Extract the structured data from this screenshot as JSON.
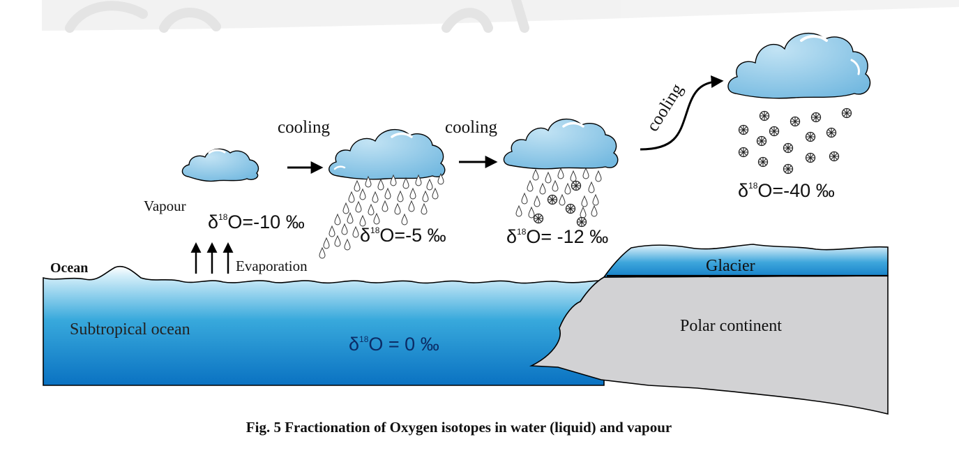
{
  "labels": {
    "cooling_1": "cooling",
    "cooling_2": "cooling",
    "cooling_3": "cooling",
    "vapour": "Vapour",
    "ocean": "Ocean",
    "evaporation": "Evaporation",
    "subtropical_ocean": "Subtropical ocean",
    "glacier": "Glacier",
    "polar_continent": "Polar continent"
  },
  "delta_values": {
    "vapour": "=-10 ‰",
    "cloud_2": "=-5 ‰",
    "cloud_3": "= -12 ‰",
    "cloud_4": "=-40 ‰",
    "ocean": " = 0 ‰"
  },
  "isotope": {
    "symbol": "δ",
    "mass": "18",
    "element": "O"
  },
  "caption": "Fig. 5 Fractionation of Oxygen isotopes in water (liquid) and vapour",
  "colors": {
    "cloud_fill": "#8fc7e6",
    "cloud_highlight": "#ffffff",
    "ocean_top": "#e8f6fb",
    "ocean_mid": "#38a9dc",
    "ocean_deep": "#0a72c2",
    "glacier_top": "#e6f4fa",
    "glacier_deep": "#1c8ed0",
    "continent": "#d2d2d4",
    "line": "#000000",
    "watermark": "#d6d6d6"
  },
  "icons": [
    "cloud-icon",
    "raindrop-icon",
    "snowflake-icon",
    "arrow-icon"
  ]
}
